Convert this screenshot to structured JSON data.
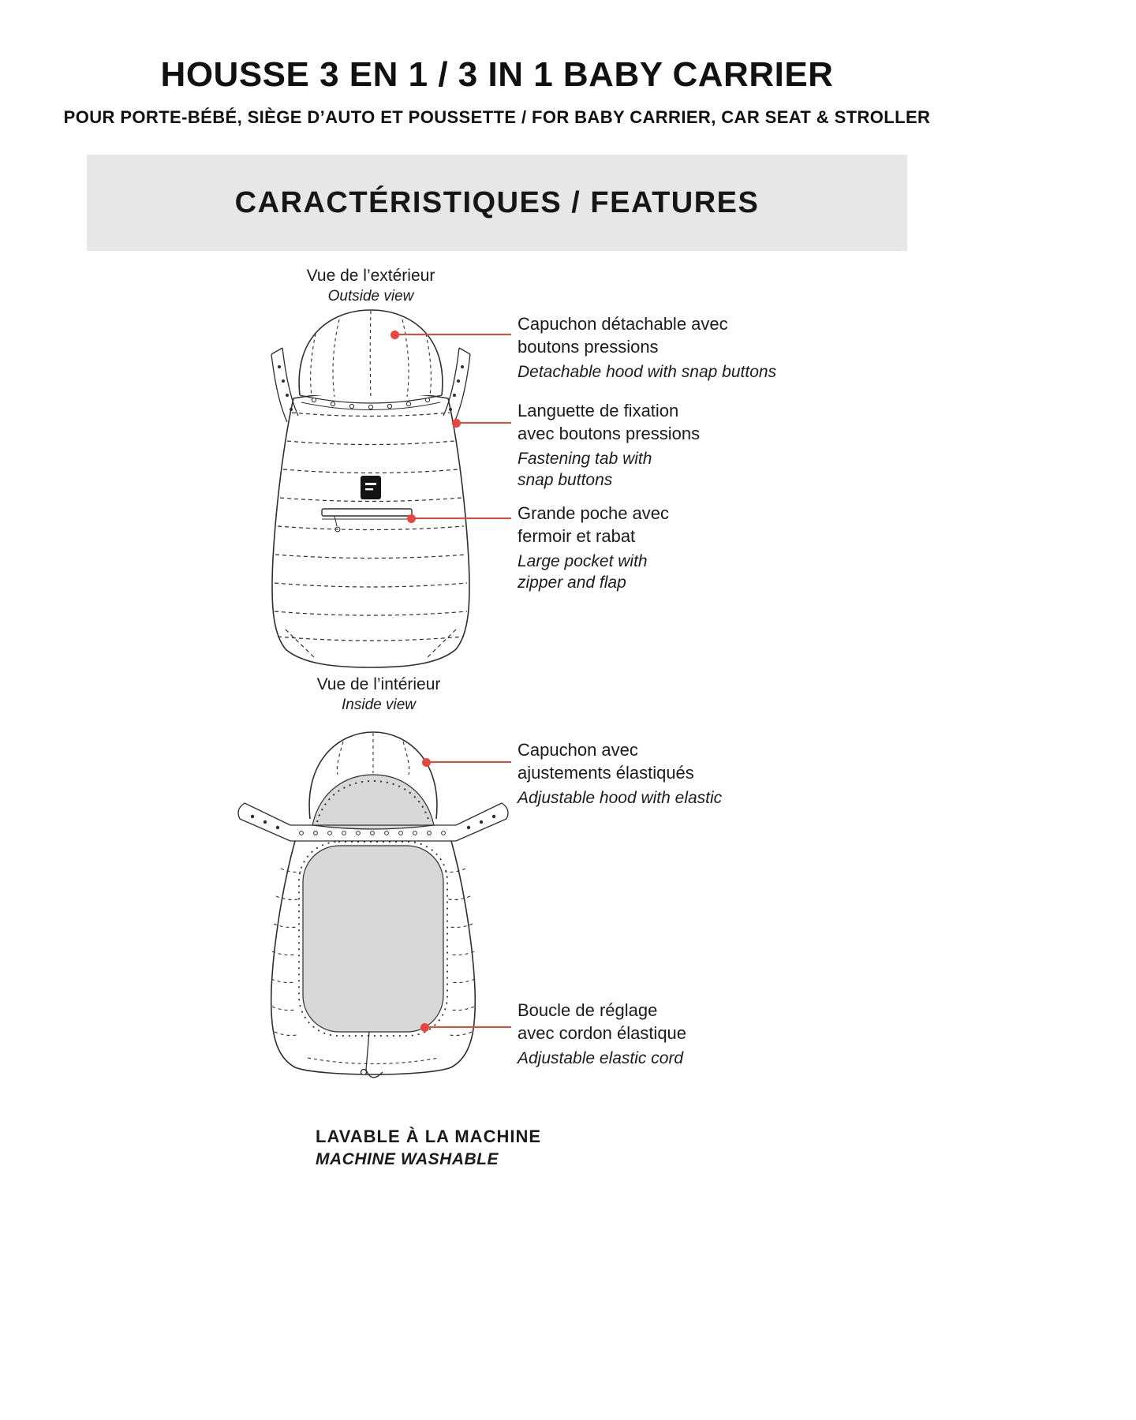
{
  "colors": {
    "accent": "#e8463d",
    "banner_bg": "#e7e7e7",
    "ink": "#1b1b1b",
    "lining": "#d8d8d8"
  },
  "header": {
    "title": "HOUSSE 3 EN 1 / 3 IN 1 BABY CARRIER",
    "subtitle": "POUR PORTE-BÉBÉ, SIÈGE D’AUTO ET POUSSETTE / FOR BABY CARRIER, CAR SEAT & STROLLER"
  },
  "banner": {
    "title": "CARACTÉRISTIQUES / FEATURES"
  },
  "outside_view": {
    "caption_fr": "Vue de l’extérieur",
    "caption_en": "Outside view",
    "callouts": {
      "hood": {
        "fr": "Capuchon détachable avec\nboutons pressions",
        "en": "Detachable hood with snap buttons"
      },
      "tab": {
        "fr": "Languette de fixation\navec boutons pressions",
        "en": "Fastening tab with\nsnap buttons"
      },
      "pocket": {
        "fr": "Grande poche avec\nfermoir et rabat",
        "en": "Large pocket with\nzipper and flap"
      }
    }
  },
  "inside_view": {
    "caption_fr": "Vue de l’intérieur",
    "caption_en": "Inside view",
    "callouts": {
      "hood": {
        "fr": "Capuchon avec\najustements élastiqués",
        "en": "Adjustable hood with elastic"
      },
      "cord": {
        "fr": "Boucle de réglage\navec cordon élastique",
        "en": "Adjustable elastic cord"
      }
    }
  },
  "footer": {
    "line1": "LAVABLE À LA MACHINE",
    "line2": "MACHINE WASHABLE"
  }
}
